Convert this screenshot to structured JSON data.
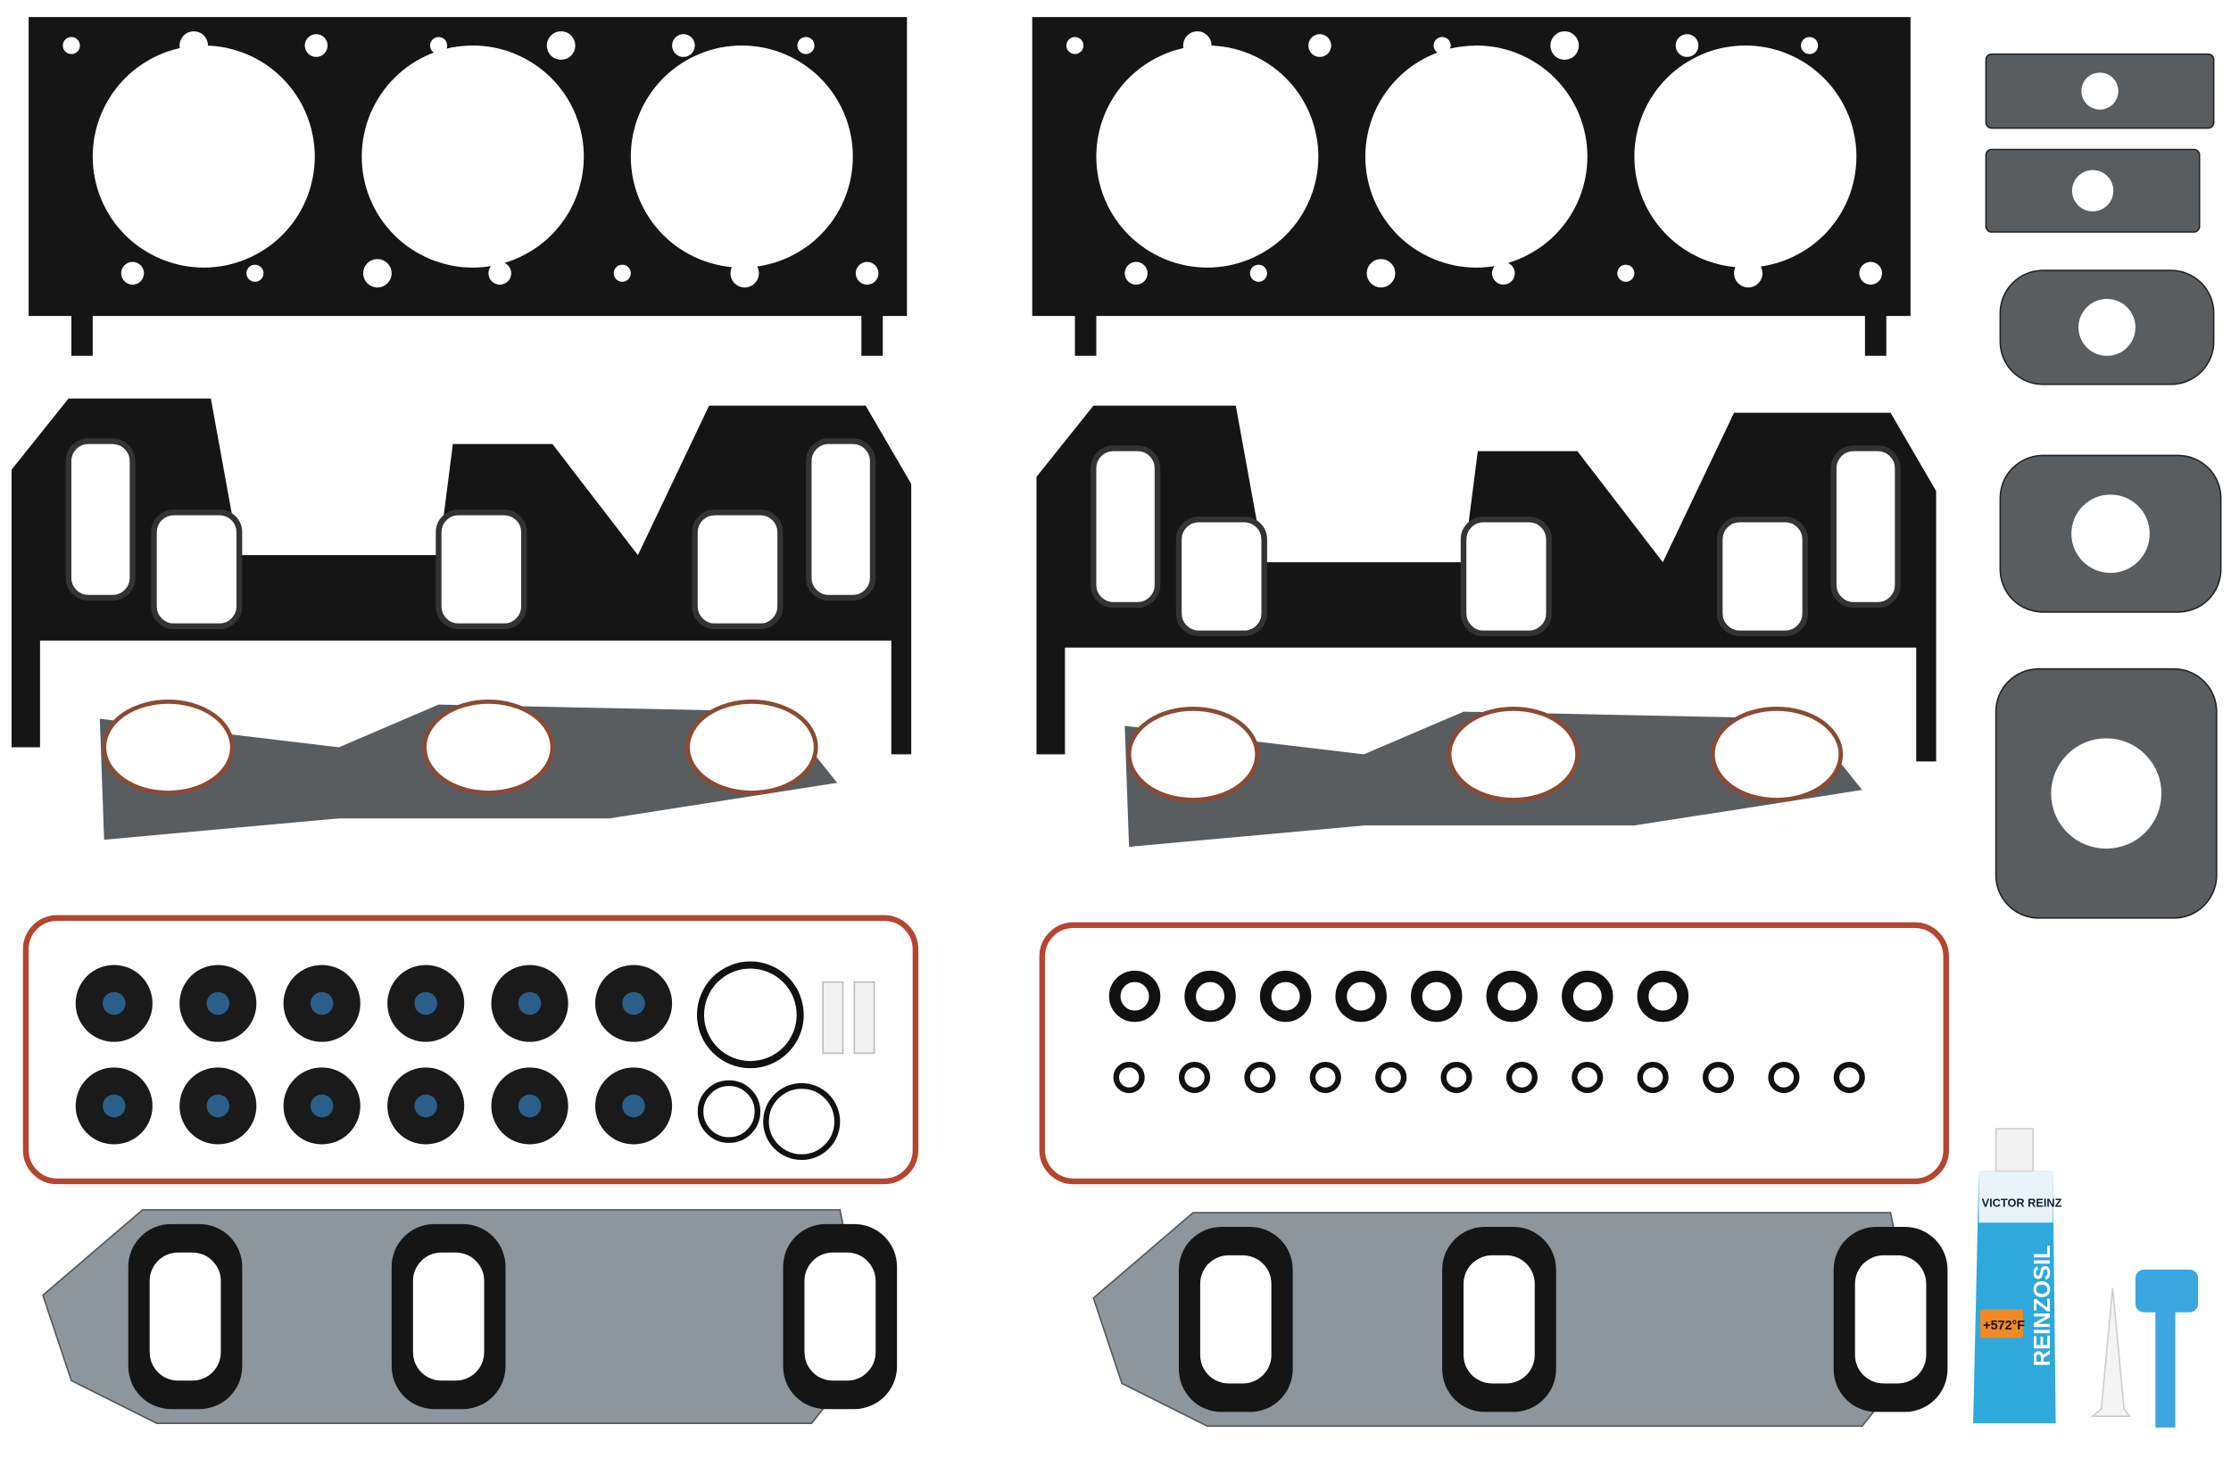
{
  "product": {
    "sealant_brand": "VICTOR REINZ",
    "sealant_name": "REINZOSIL",
    "sealant_temp": "+572°F"
  },
  "colors": {
    "gasket_black": "#151515",
    "gasket_gray": "#5a5d60",
    "silicone_red": "#b5452f",
    "tube_blue": "#2fa8dc",
    "label_orange": "#f08a24",
    "shield_metal": "#8d969c",
    "key_blue": "#3ca6e0"
  }
}
